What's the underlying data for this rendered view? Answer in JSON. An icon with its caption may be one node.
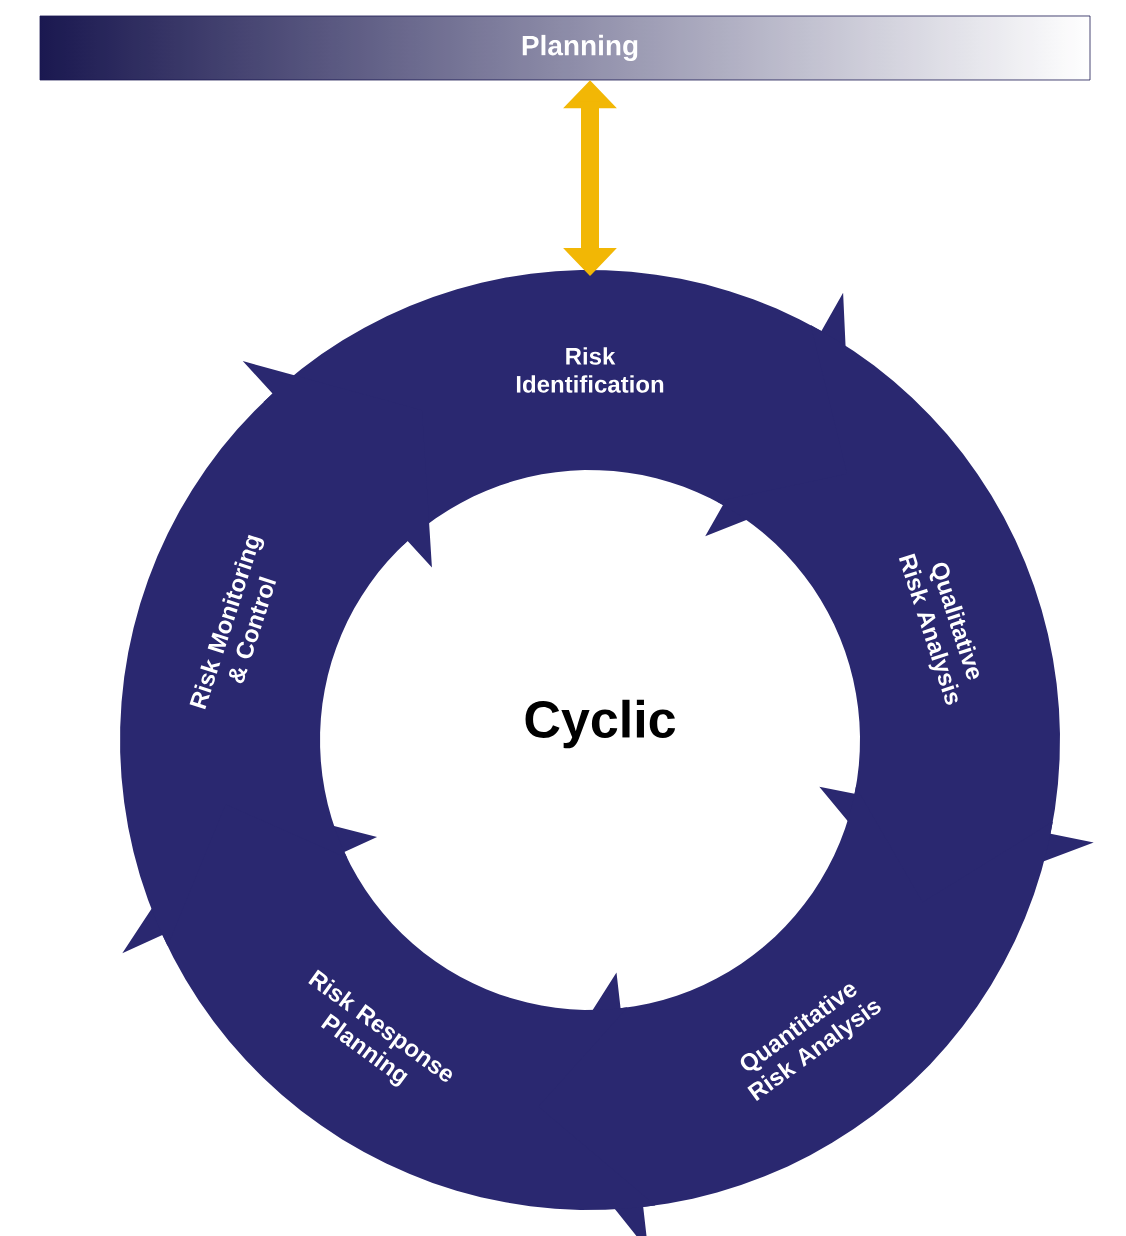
{
  "diagram": {
    "nodes": [
      {
        "text": [
          "Planning"
        ]
      },
      {
        "text": [
          "Risk Identification"
        ]
      },
      {
        "text": [
          "Qualitative Risk Analysis"
        ]
      },
      {
        "text": [
          "Quantitative Risk Analysis"
        ]
      },
      {
        "text": [
          "Risk Response Planning"
        ]
      },
      {
        "text": [
          "Risk Monitoring & Control"
        ]
      }
    ],
    "edges": [
      {
        "from": 0,
        "to": 1,
        "arrow": "both",
        "color": "#f2b705"
      }
    ],
    "labels": [
      "Cyclic"
    ]
  }
}
